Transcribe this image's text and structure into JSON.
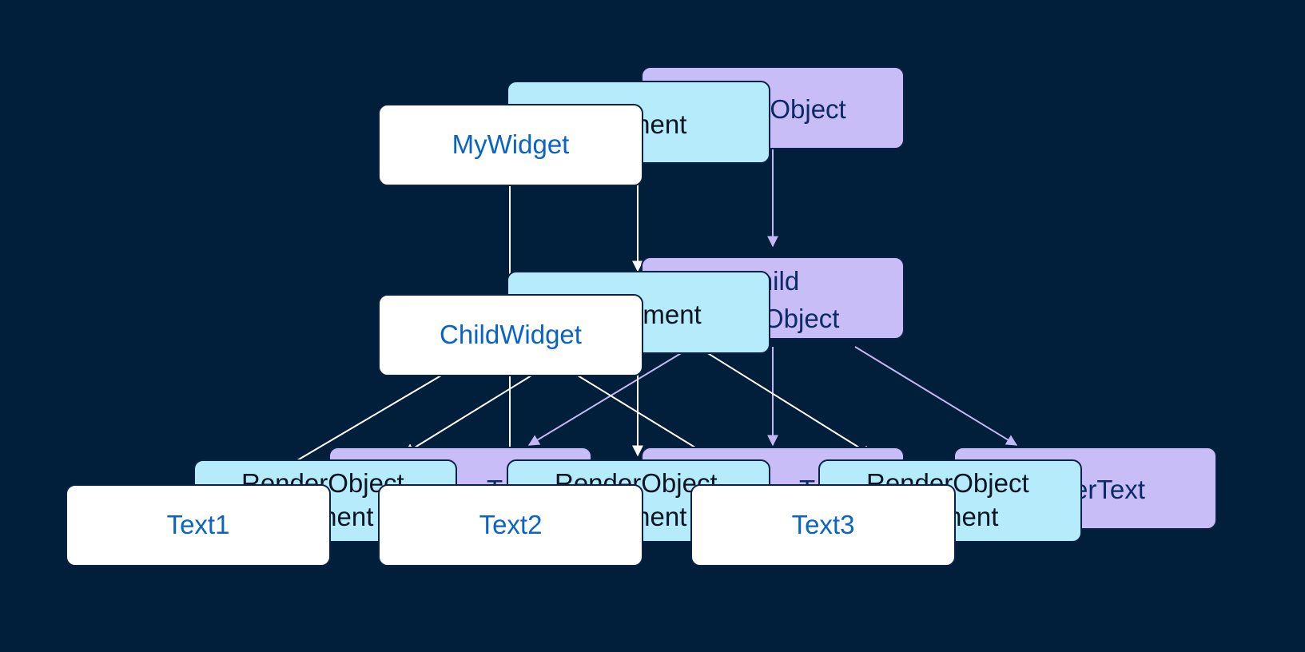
{
  "colors": {
    "background": "#011e3a",
    "render_fill": "#c8bdf7",
    "element_fill": "#b6ebfc",
    "widget_fill": "#ffffff",
    "widget_text": "#0a63c7",
    "widget_edge": "#ffffff",
    "render_edge": "#c3b8f3"
  },
  "diagram": {
    "render_root": {
      "line1": "erObject"
    },
    "element_root": {
      "line1": "ment"
    },
    "widget_root": {
      "label": "MyWidget"
    },
    "render_child": {
      "line1": "Child",
      "line2": "rObject"
    },
    "element_child": {
      "line1": "ement"
    },
    "widget_child": {
      "label": "ChildWidget"
    },
    "render_leaf_1": {
      "line1": "rT"
    },
    "render_leaf_2": {
      "line1": "rT"
    },
    "render_leaf_3": {
      "line1": "erText"
    },
    "element_leaf_1": {
      "line1": "RenderObject",
      "line2": "ment"
    },
    "element_leaf_2": {
      "line1": "RenderObject",
      "line2": "ment"
    },
    "element_leaf_3": {
      "line1": "RenderObject",
      "line2": "ment"
    },
    "widget_leaf_1": {
      "label": "Text1"
    },
    "widget_leaf_2": {
      "label": "Text2"
    },
    "widget_leaf_3": {
      "label": "Text3"
    }
  }
}
